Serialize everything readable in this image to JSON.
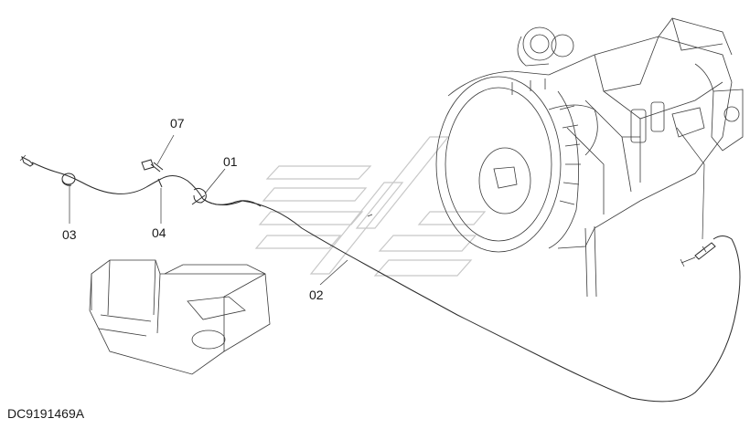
{
  "diagram_code": "DC9191469A",
  "part_labels": {
    "p01": "01",
    "p02": "02",
    "p03": "03",
    "p04": "04",
    "p07": "07"
  }
}
